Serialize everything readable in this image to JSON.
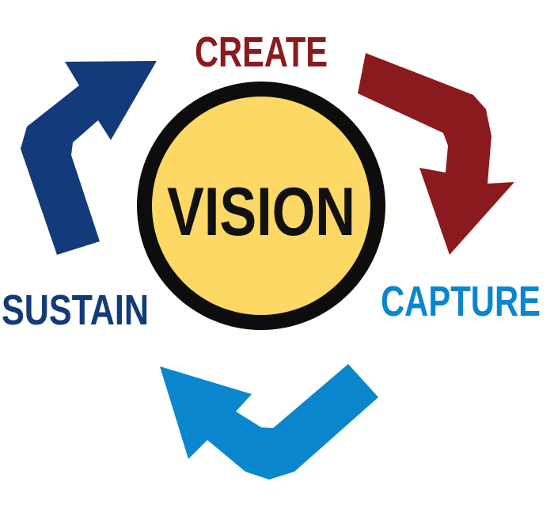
{
  "diagram": {
    "center": {
      "label": "VISION",
      "fill_color": "#FDD865",
      "ring_color": "#0d0d0d"
    },
    "stages": [
      {
        "id": "create",
        "label": "CREATE",
        "color": "#8B1A1F"
      },
      {
        "id": "capture",
        "label": "CAPTURE",
        "color": "#0A86CF"
      },
      {
        "id": "sustain",
        "label": "SUSTAIN",
        "color": "#133A7A"
      }
    ],
    "arrows": [
      {
        "from": "create",
        "to": "capture",
        "color": "#8B1A1F"
      },
      {
        "from": "capture",
        "to": "sustain",
        "color": "#0A86CF"
      },
      {
        "from": "sustain",
        "to": "create",
        "color": "#133A7A"
      }
    ]
  }
}
